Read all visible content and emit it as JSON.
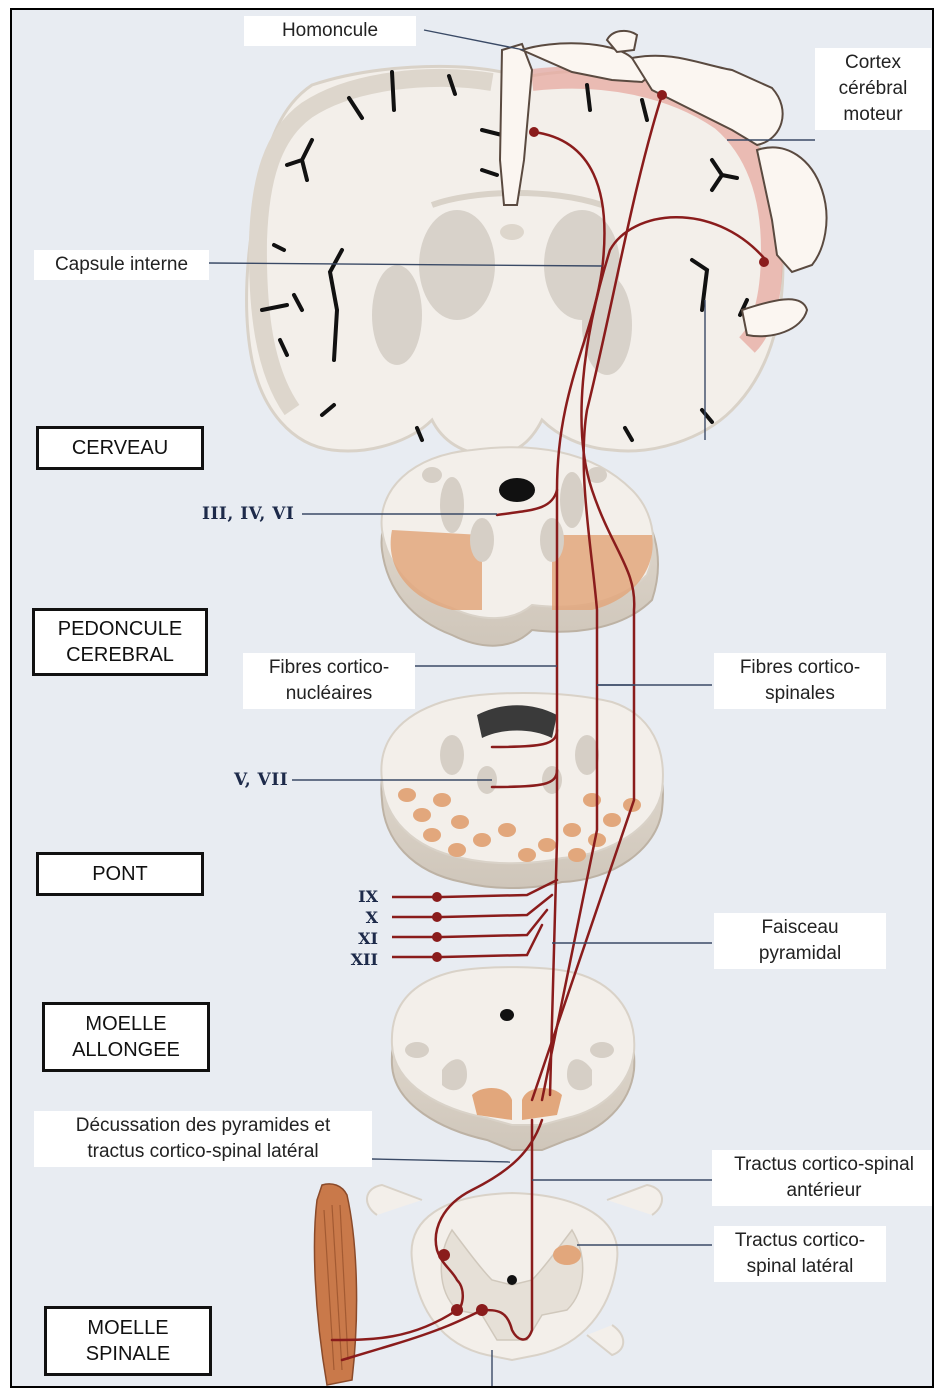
{
  "labels": {
    "homoncule": "Homoncule",
    "cortex_line1": "Cortex",
    "cortex_line2": "cérébral",
    "cortex_line3": "moteur",
    "capsule": "Capsule interne",
    "fibres_cn_line1": "Fibres cortico-",
    "fibres_cn_line2": "nucléaires",
    "fibres_cs_line1": "Fibres cortico-",
    "fibres_cs_line2": "spinales",
    "faisceau_line1": "Faisceau",
    "faisceau_line2": "pyramidal",
    "decussation_line1": "Décussation des pyramides et",
    "decussation_line2": "tractus cortico-spinal latéral",
    "tcs_ant_line1": "Tractus cortico-spinal",
    "tcs_ant_line2": "antérieur",
    "tcs_lat_line1": "Tractus cortico-",
    "tcs_lat_line2": "spinal latéral"
  },
  "regions": {
    "cerveau": "CERVEAU",
    "pedoncule_line1": "PEDONCULE",
    "pedoncule_line2": "CEREBRAL",
    "pont": "PONT",
    "moelle_allongee_line1": "MOELLE",
    "moelle_allongee_line2": "ALLONGEE",
    "moelle_spinale_line1": "MOELLE",
    "moelle_spinale_line2": "SPINALE"
  },
  "nerves": {
    "mesencephale": "III, IV, VI",
    "pont": "V, VII",
    "bulbe": [
      "IX",
      "X",
      "XI",
      "XII"
    ]
  },
  "colors": {
    "background": "#e8ecf2",
    "tissue": "#f3efea",
    "tissue_edge": "#d9d2c8",
    "cortex_pink": "#e7a9a0",
    "pyramid_orange": "#e2a77c",
    "tract": "#8a1c1c",
    "leader": "#3a4a66"
  }
}
